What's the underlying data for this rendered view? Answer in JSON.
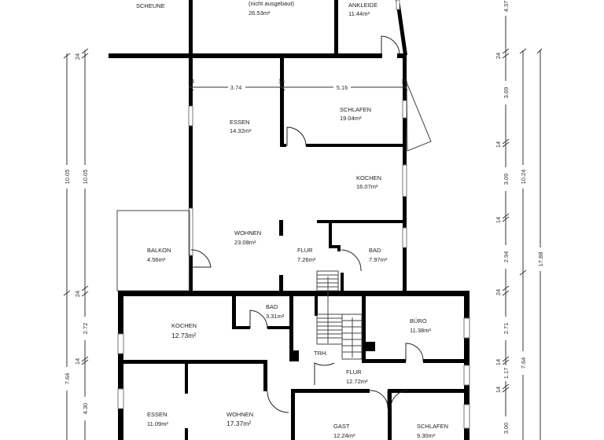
{
  "rooms": {
    "scheune": {
      "name": "SCHEUNE"
    },
    "dachraum": {
      "note": "(nicht ausgebaut)",
      "area": "26.53m²"
    },
    "ankleide": {
      "name": "ANKLEIDE",
      "area": "11.44m²"
    },
    "essen_og": {
      "name": "ESSEN",
      "area": "14.32m²"
    },
    "schlafen_og": {
      "name": "SCHLAFEN",
      "area": "19.04m²"
    },
    "kochen_og": {
      "name": "KOCHEN",
      "area": "16.07m²"
    },
    "wohnen_og": {
      "name": "WOHNEN",
      "area": "23.08m²"
    },
    "flur_og": {
      "name": "FLUR",
      "area": "7.26m²"
    },
    "bad_og": {
      "name": "BAD",
      "area": "7.97m²"
    },
    "balkon": {
      "name": "BALKON",
      "area": "4.56m²"
    },
    "kochen_eg": {
      "name": "KOCHEN",
      "area": "12.73m²"
    },
    "bad_eg": {
      "name": "BAD",
      "area": "3.31m²"
    },
    "treppenhaus": {
      "name": "TRH."
    },
    "buero": {
      "name": "BÜRO",
      "area": "11.38m²"
    },
    "flur_eg": {
      "name": "FLUR",
      "area": "12.72m²"
    },
    "essen_eg": {
      "name": "ESSEN",
      "area": "11.09m²"
    },
    "wohnen_eg": {
      "name": "WOHNEN",
      "area": "17.37m²"
    },
    "gast": {
      "name": "GAST",
      "area": "12.24m²"
    },
    "schlafen_eg": {
      "name": "SCHLAFEN",
      "area": "9.30m²"
    }
  },
  "dimensions": {
    "top": {
      "wall_a": "14",
      "span_a": "3.74",
      "wall_b": "14",
      "span_b": "5.16",
      "wall_c": "16"
    },
    "left_outer": [
      "10.05",
      "7.64"
    ],
    "left_inner": [
      "24",
      "10.05",
      "24",
      "2.72",
      "14",
      "4.30"
    ],
    "right_inner": [
      "4.37",
      "24",
      "3.69",
      "14",
      "3.09",
      "14",
      "2.94",
      "24",
      "2.71",
      "14",
      "1.17",
      "14",
      "3.00"
    ],
    "right_mid": [
      "10.24",
      "7.64"
    ],
    "right_outer": [
      "17.88"
    ]
  }
}
